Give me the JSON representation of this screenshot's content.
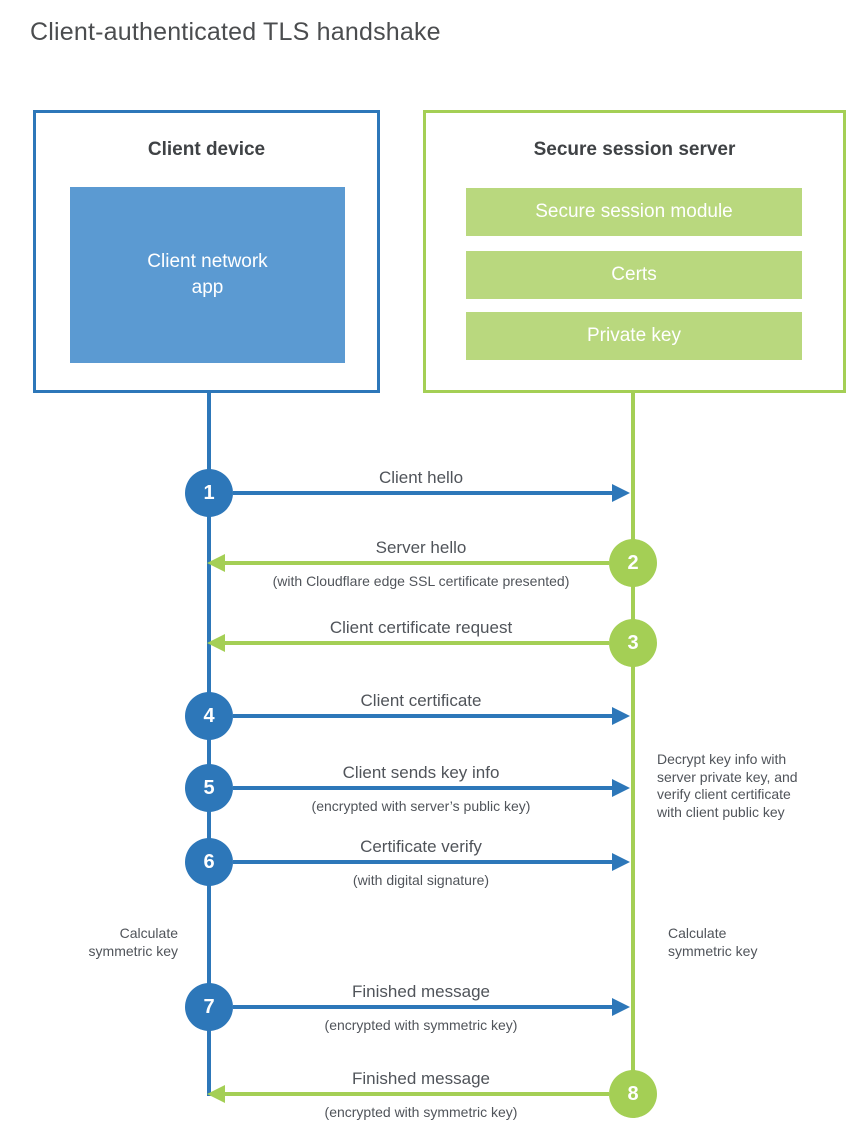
{
  "title": "Client-authenticated TLS handshake",
  "client_box": {
    "title": "Client device",
    "app_label": "Client network\napp"
  },
  "server_box": {
    "title": "Secure session server",
    "modules": [
      "Secure session module",
      "Certs",
      "Private key"
    ]
  },
  "steps": [
    {
      "num": 1,
      "from": "client",
      "to": "server",
      "label": "Client hello",
      "sub": ""
    },
    {
      "num": 2,
      "from": "server",
      "to": "client",
      "label": "Server hello",
      "sub": "(with Cloudflare edge SSL certificate presented)"
    },
    {
      "num": 3,
      "from": "server",
      "to": "client",
      "label": "Client certificate request",
      "sub": ""
    },
    {
      "num": 4,
      "from": "client",
      "to": "server",
      "label": "Client certificate",
      "sub": ""
    },
    {
      "num": 5,
      "from": "client",
      "to": "server",
      "label": "Client sends key info",
      "sub": "(encrypted with server’s public key)"
    },
    {
      "num": 6,
      "from": "client",
      "to": "server",
      "label": "Certificate verify",
      "sub": "(with digital signature)"
    },
    {
      "num": 7,
      "from": "client",
      "to": "server",
      "label": "Finished message",
      "sub": "(encrypted with symmetric key)"
    },
    {
      "num": 8,
      "from": "server",
      "to": "client",
      "label": "Finished message",
      "sub": "(encrypted with symmetric key)"
    }
  ],
  "notes": {
    "decrypt": "Decrypt key info with\nserver private key, and\nverify client certificate\nwith client public key",
    "calc_left": "Calculate\nsymmetric key",
    "calc_right": "Calculate\nsymmetric key"
  },
  "colors": {
    "blue": "#2d77b9",
    "blue_fill": "#5b9ad2",
    "green": "#a4cf55",
    "green_fill": "#b9d87e",
    "text": "#50545a"
  }
}
